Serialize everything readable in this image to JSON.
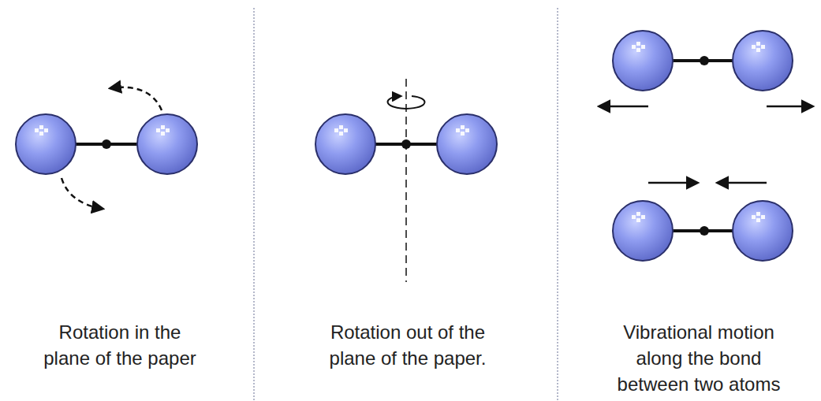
{
  "diagram": {
    "labels": [
      "Rotation in the plane of the paper",
      "Rotation out of the plane of the paper.",
      "Vibrational motion along the bond between two atoms"
    ]
  }
}
